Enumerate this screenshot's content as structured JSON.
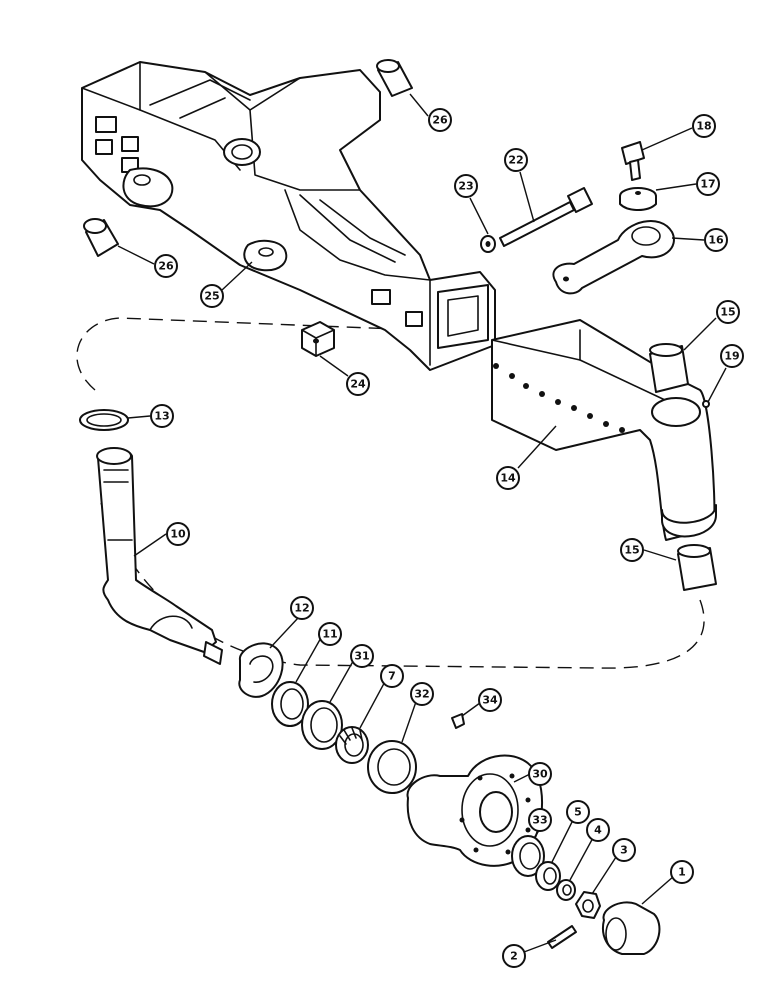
{
  "callouts": {
    "c1": "1",
    "c2": "2",
    "c3": "3",
    "c4": "4",
    "c5": "5",
    "c7": "7",
    "c10": "10",
    "c11": "11",
    "c12": "12",
    "c13": "13",
    "c14": "14",
    "c15a": "15",
    "c15b": "15",
    "c16": "16",
    "c17": "17",
    "c18": "18",
    "c19": "19",
    "c22": "22",
    "c23": "23",
    "c24": "24",
    "c25": "25",
    "c26a": "26",
    "c26b": "26",
    "c30": "30",
    "c31": "31",
    "c32": "32",
    "c33": "33",
    "c34": "34"
  }
}
